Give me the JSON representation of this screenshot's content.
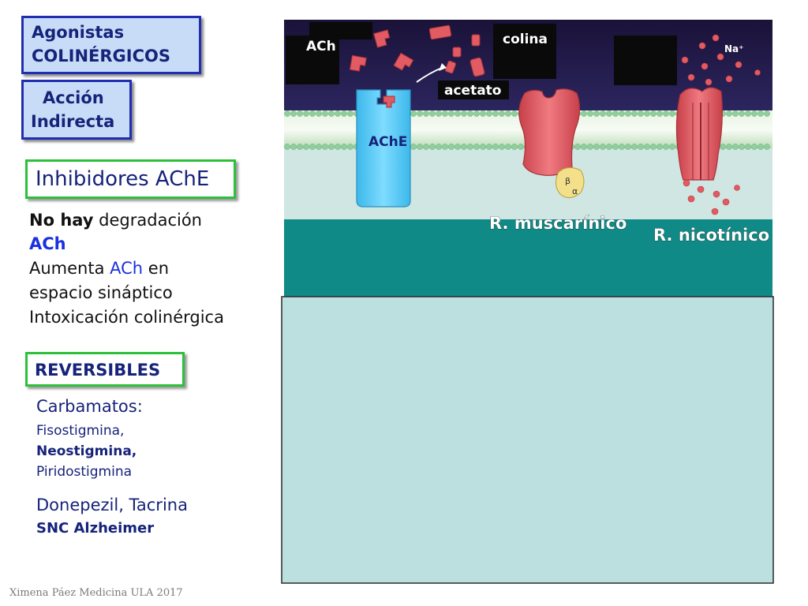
{
  "left": {
    "agonistas_line1": "Agonistas",
    "agonistas_line2": "COLINÉRGICOS",
    "accion_line1": "Acción",
    "accion_line2": "Indirecta",
    "inhibidores": "Inhibidores AChE",
    "effects": {
      "line1_bold": "No hay",
      "line1_rest": " degradación",
      "line2": "ACh",
      "line3_a": "Aumenta ",
      "line3_b": "ACh",
      "line3_c": " en",
      "line4": "espacio sináptico",
      "line5": "Intoxicación colinérgica"
    },
    "reversibles": "REVERSIBLES",
    "carbamatos": "Carbamatos:",
    "drug1": "Fisostigmina,",
    "drug2": "Neostigmina,",
    "drug3": "Piridostigmina",
    "donepezil": "Donepezil, Tacrina",
    "snc": "SNC Alzheimer"
  },
  "diagram": {
    "ach": "ACh",
    "colina": "colina",
    "acetato": "acetato",
    "ache": "AChE",
    "na": "Na⁺",
    "beta": "β",
    "alpha": "α",
    "muscarinico": "R. muscarínico",
    "nicotinico": "R. nicotínico"
  },
  "footer": "Ximena Páez Medicina ULA 2017",
  "colors": {
    "navy_bg": "#1e1742",
    "teal": "#0f8a86",
    "panel": "#bce0e0",
    "membrane": "#9fd1a6",
    "ache_blue": "#5bc8f2",
    "receptor_red": "#e2535c"
  }
}
